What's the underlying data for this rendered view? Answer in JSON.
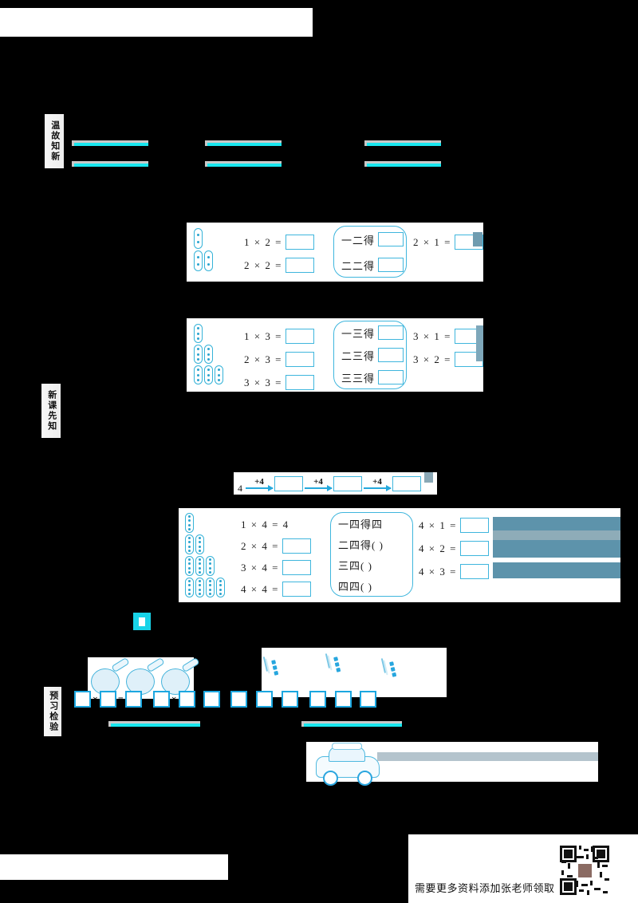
{
  "page": {
    "background_color": "#000000",
    "paper_color": "#ffffff",
    "accent_color": "#3fb6dd",
    "highlight_color": "#18e7ef",
    "redact_color": "#5d93ab"
  },
  "sections": {
    "review": {
      "tab_label": "温故知新",
      "answer_lines": [
        {
          "row": 1,
          "col": 1
        },
        {
          "row": 1,
          "col": 2
        },
        {
          "row": 1,
          "col": 3
        },
        {
          "row": 2,
          "col": 1
        },
        {
          "row": 2,
          "col": 2
        },
        {
          "row": 2,
          "col": 3
        }
      ]
    },
    "preview": {
      "tab_label": "新课先知"
    },
    "check": {
      "tab_label": "预习检验"
    }
  },
  "table_two": {
    "beads": [
      {
        "capsules": 1,
        "dots": 2
      },
      {
        "capsules": 2,
        "dots": 2
      }
    ],
    "equations_left": [
      {
        "text": "1 × 2 =",
        "answer": ""
      },
      {
        "text": "2 × 2 =",
        "answer": ""
      }
    ],
    "chants": [
      {
        "text": "一二得",
        "answer": ""
      },
      {
        "text": "二二得",
        "answer": ""
      }
    ],
    "equations_right": [
      {
        "text": "2 × 1 =",
        "answer": ""
      }
    ]
  },
  "table_three": {
    "beads": [
      {
        "capsules": 1,
        "dots": 3
      },
      {
        "capsules": 2,
        "dots": 3
      },
      {
        "capsules": 3,
        "dots": 3
      }
    ],
    "equations_left": [
      {
        "text": "1 × 3 =",
        "answer": ""
      },
      {
        "text": "2 × 3 =",
        "answer": ""
      },
      {
        "text": "3 × 3 =",
        "answer": ""
      }
    ],
    "chants": [
      {
        "text": "一三得",
        "answer": ""
      },
      {
        "text": "二三得",
        "answer": ""
      },
      {
        "text": "三三得",
        "answer": ""
      }
    ],
    "equations_right": [
      {
        "text": "3 × 1 =",
        "answer": ""
      },
      {
        "text": "3 × 2 =",
        "answer": ""
      }
    ]
  },
  "skip_count": {
    "start": "4",
    "step_label": "+4",
    "steps": 3,
    "values": [
      "",
      "",
      ""
    ]
  },
  "table_four": {
    "beads": [
      {
        "capsules": 1,
        "dots": 4
      },
      {
        "capsules": 2,
        "dots": 4
      },
      {
        "capsules": 3,
        "dots": 4
      },
      {
        "capsules": 4,
        "dots": 4
      }
    ],
    "equations_left": [
      {
        "text": "1 × 4 = 4",
        "filled": true
      },
      {
        "text": "2 × 4 =",
        "filled": false
      },
      {
        "text": "3 × 4 =",
        "filled": false
      },
      {
        "text": "4 × 4 =",
        "filled": false
      }
    ],
    "chants": [
      "一四得四",
      "二四得(          )",
      "三四(          )",
      "四四(          )"
    ],
    "equations_right": [
      {
        "text": "4 × 1 =",
        "answer": ""
      },
      {
        "text": "4 × 2 =",
        "answer": ""
      },
      {
        "text": "4 × 3 =",
        "answer": ""
      }
    ]
  },
  "exercises": {
    "paddle_group": {
      "illustration": "ping-pong-paddles",
      "count": 3,
      "operator": "×",
      "boxes": 6
    },
    "abacus_group": {
      "illustration": "abacus-trays",
      "count": 3,
      "operator": "×",
      "boxes": 6
    },
    "car": {
      "illustration": "toy-car"
    }
  },
  "footer": {
    "promo_text": "需要更多资料添加张老师领取",
    "qr_label": "qr-code"
  }
}
